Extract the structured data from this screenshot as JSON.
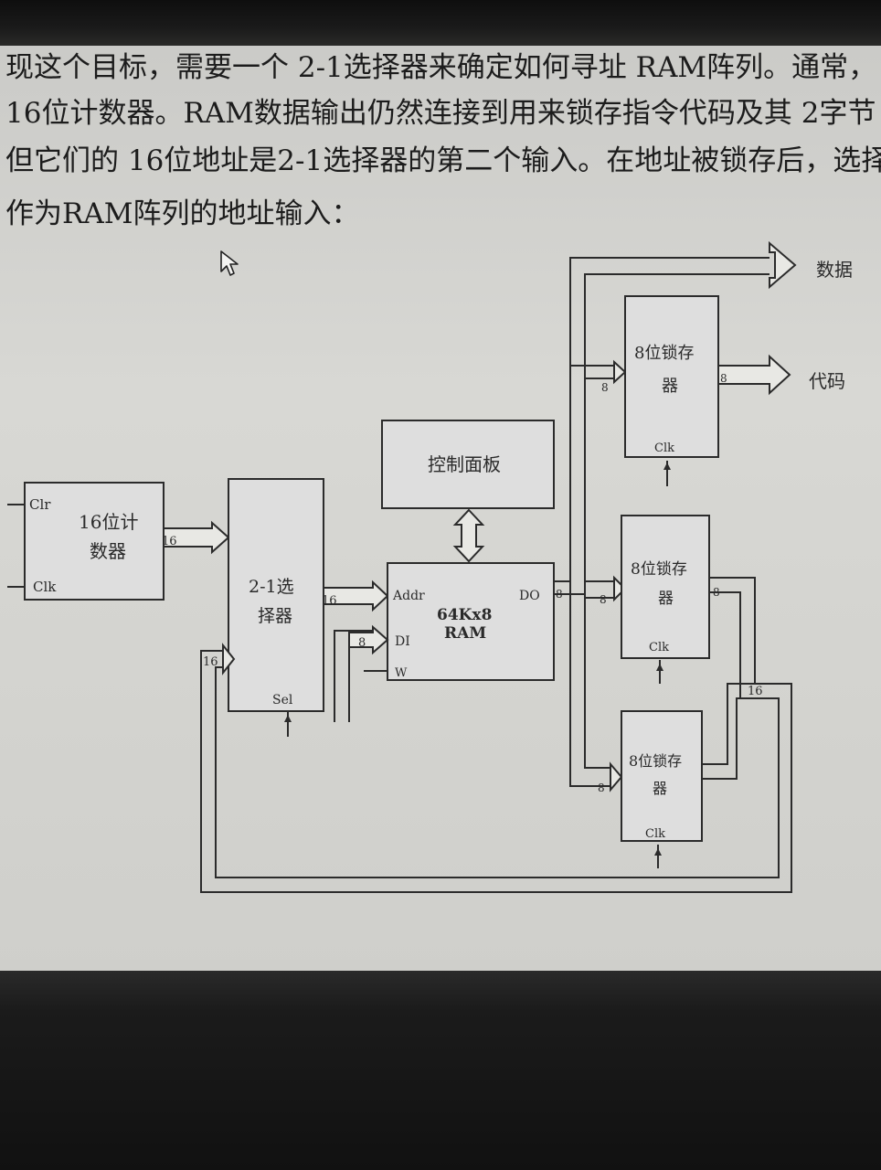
{
  "paragraph": {
    "lines": [
      "现这个目标，需要一个 2-1选择器来确定如何寻址 RAM阵列。通常，",
      "16位计数器。RAM数据输出仍然连接到用来锁存指令代码及其  2字节",
      "但它们的 16位地址是2-1选择器的第二个输入。在地址被锁存后，选择",
      "作为RAM阵列的地址输入："
    ]
  },
  "diagram": {
    "counter": {
      "line1": "16位计",
      "line2": "数器",
      "clr": "Clr",
      "clk": "Clk",
      "bus": "16"
    },
    "selector": {
      "line1": "2-1选",
      "line2": "择器",
      "sel": "Sel",
      "bus_out": "16",
      "bus_in": "16"
    },
    "control_panel": {
      "label": "控制面板"
    },
    "ram": {
      "line1": "64Kx8",
      "line2": "RAM",
      "addr": "Addr",
      "di": "DI",
      "we": "W",
      "do": "DO",
      "di_bus": "8",
      "do_bus": "8"
    },
    "latch1": {
      "line1": "8位锁存",
      "line2": "器",
      "clk": "Clk",
      "bus_in": "8",
      "bus_out": "8"
    },
    "latch2": {
      "line1": "8位锁存",
      "line2": "器",
      "clk": "Clk",
      "bus_in": "8",
      "bus_out": "8"
    },
    "latch3": {
      "line1": "8位锁存",
      "line2": "器",
      "clk": "Clk",
      "bus_in": "8"
    },
    "feedback_bus": "16",
    "outputs": {
      "data": "数据",
      "code": "代码"
    }
  }
}
